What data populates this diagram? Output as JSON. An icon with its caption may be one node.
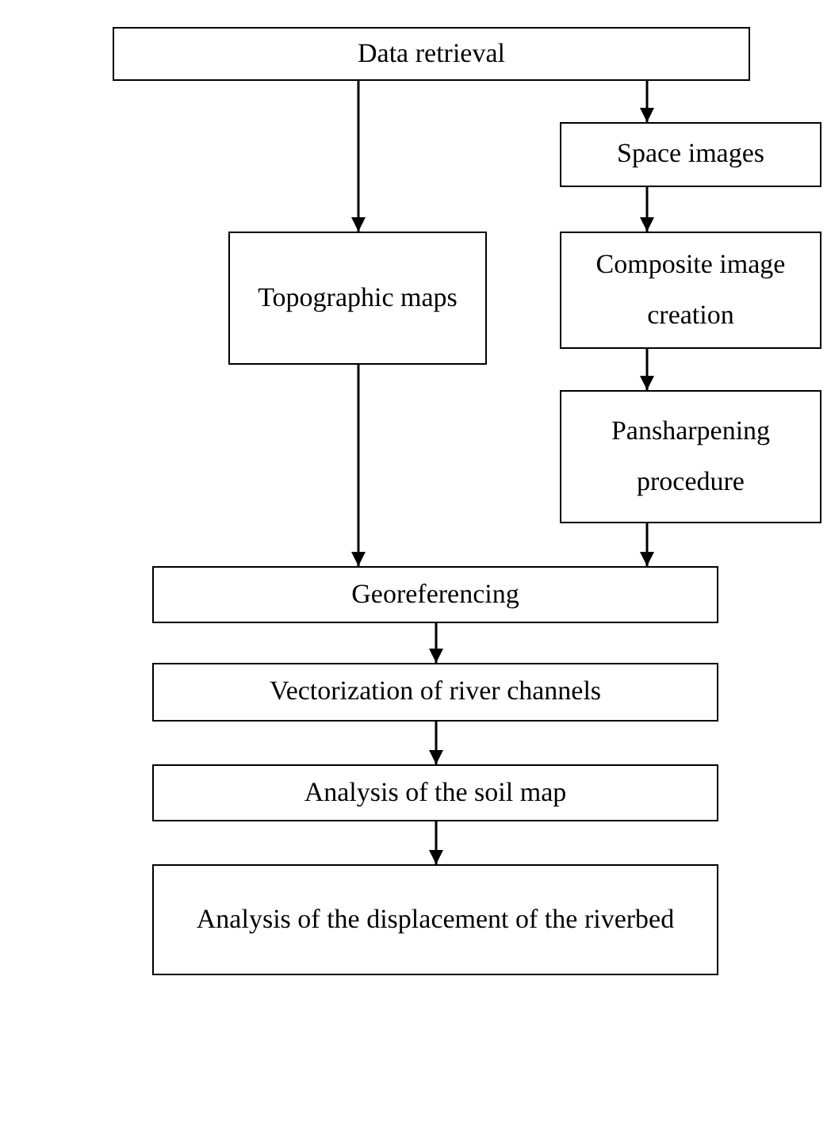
{
  "diagram": {
    "nodes": [
      {
        "text": [
          "Data retrieval"
        ]
      },
      {
        "text": [
          "Space images"
        ]
      },
      {
        "text": [
          "Topographic maps"
        ]
      },
      {
        "text": [
          "Composite image creation"
        ]
      },
      {
        "text": [
          "Pansharpening procedure"
        ]
      },
      {
        "text": [
          "Georeferencing"
        ]
      },
      {
        "text": [
          "Vectorization of river channels"
        ]
      },
      {
        "text": [
          "Analysis of the soil map"
        ]
      },
      {
        "text": [
          "Analysis of the displacement of the riverbed"
        ]
      }
    ],
    "edges": [
      {
        "from": 0,
        "to": 1,
        "arrow": "to"
      },
      {
        "from": 0,
        "to": 2,
        "arrow": "to"
      },
      {
        "from": 1,
        "to": 3,
        "arrow": "to"
      },
      {
        "from": 3,
        "to": 4,
        "arrow": "to"
      },
      {
        "from": 2,
        "to": 5,
        "arrow": "to"
      },
      {
        "from": 4,
        "to": 5,
        "arrow": "to"
      },
      {
        "from": 5,
        "to": 6,
        "arrow": "to"
      },
      {
        "from": 6,
        "to": 7,
        "arrow": "to"
      },
      {
        "from": 7,
        "to": 8,
        "arrow": "to"
      }
    ]
  }
}
